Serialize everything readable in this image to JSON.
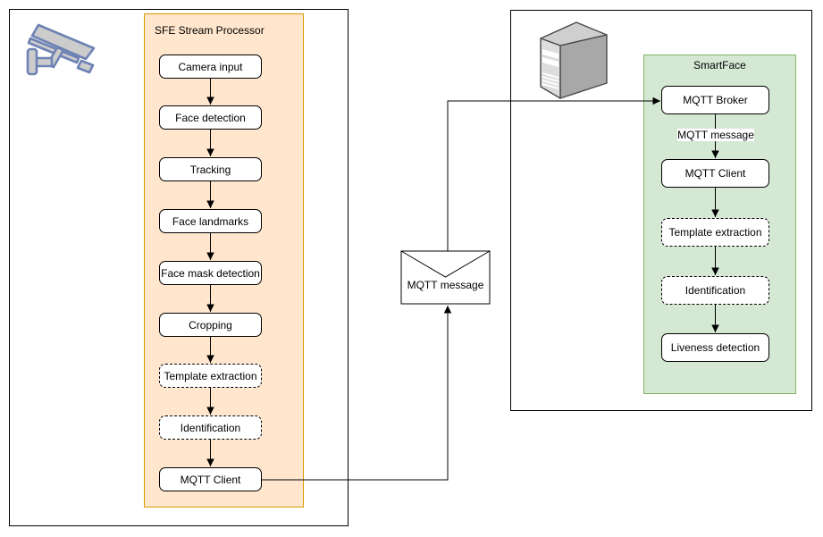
{
  "panels": {
    "left": {
      "container_title": "SFE Stream Processor",
      "nodes": [
        {
          "label": "Camera input"
        },
        {
          "label": "Face detection"
        },
        {
          "label": "Tracking"
        },
        {
          "label": "Face landmarks"
        },
        {
          "label": "Face mask detection"
        },
        {
          "label": "Cropping"
        },
        {
          "label": "Template extraction"
        },
        {
          "label": "Identification"
        },
        {
          "label": "MQTT Client"
        }
      ]
    },
    "right": {
      "container_title": "SmartFace",
      "edge_label": "MQTT message",
      "nodes": [
        {
          "label": "MQTT Broker"
        },
        {
          "label": "MQTT Client"
        },
        {
          "label": "Template extraction"
        },
        {
          "label": "Identification"
        },
        {
          "label": "Liveness detection"
        }
      ]
    }
  },
  "message": {
    "envelope_label": "MQTT message"
  },
  "icons": {
    "camera": "cctv-camera-icon",
    "server": "server-icon",
    "envelope": "envelope-icon"
  },
  "colors": {
    "sfe_container_fill": "#ffe6cc",
    "sfe_container_border": "#d79b00",
    "smartface_container_fill": "#d5e8d4",
    "smartface_container_border": "#82b366",
    "node_fill": "#ffffff",
    "node_border": "#000000",
    "connector": "#000000",
    "camera_icon_stroke": "#6e82b4",
    "camera_icon_fill": "#cccccc"
  }
}
